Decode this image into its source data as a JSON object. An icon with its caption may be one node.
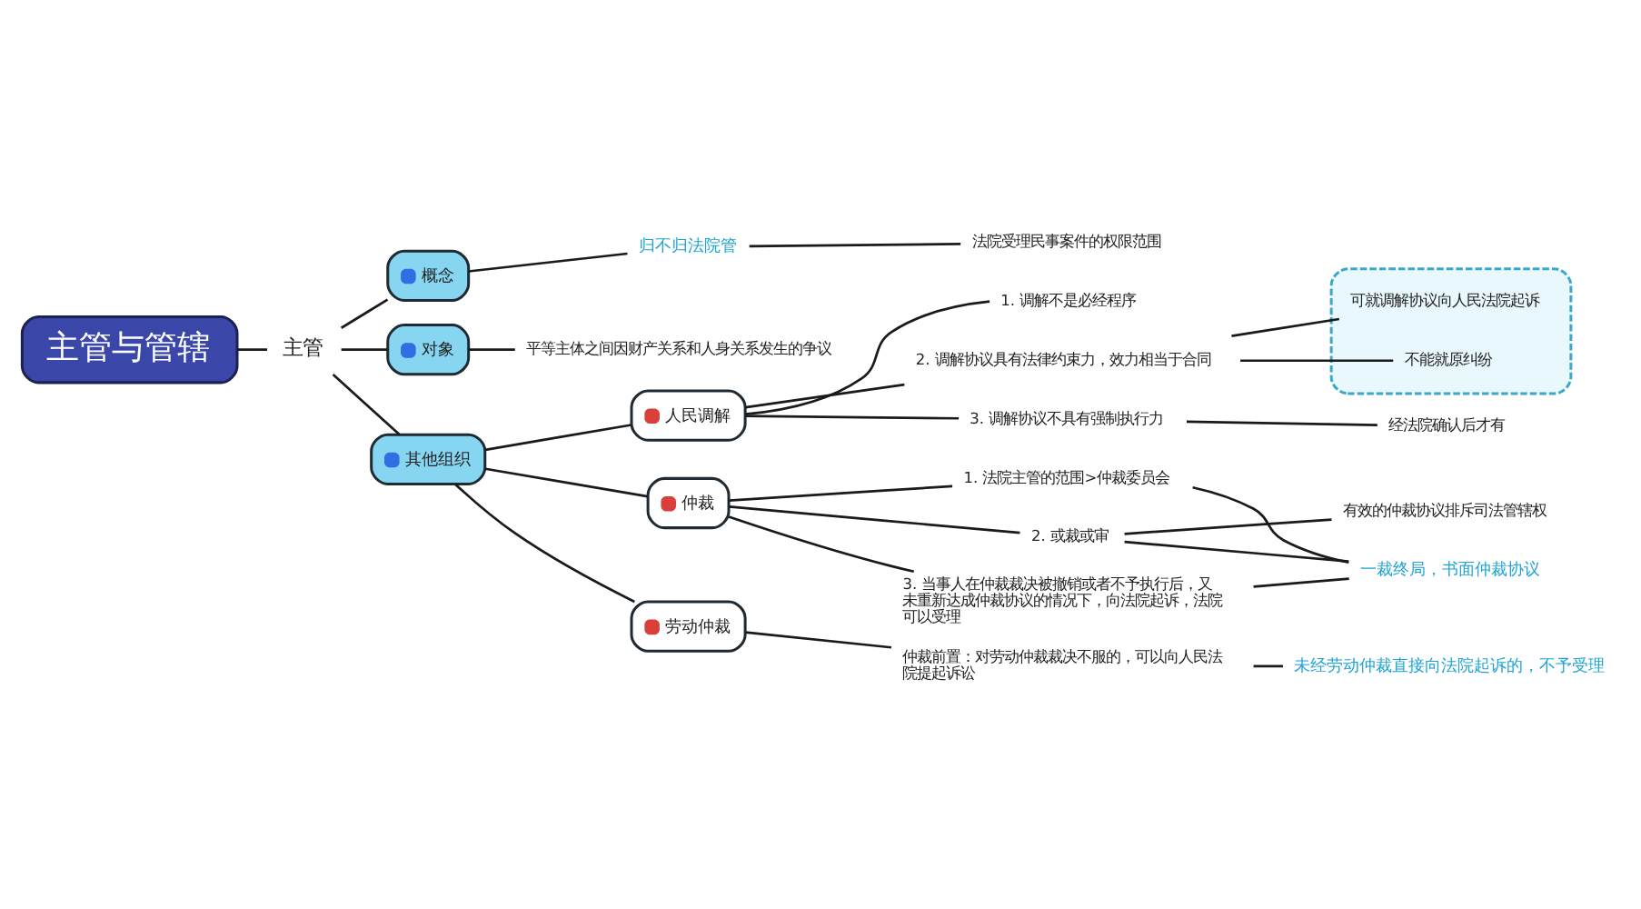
{
  "diagram": {
    "nodes": [
      {
        "text": [
          "主管与管辖"
        ]
      },
      {
        "text": [
          "主管"
        ]
      },
      {
        "text": [
          "概念"
        ]
      },
      {
        "text": [
          "归不归法院管"
        ]
      },
      {
        "text": [
          "法院受理民事案件的权限范围"
        ]
      },
      {
        "text": [
          "对象"
        ]
      },
      {
        "text": [
          "平等主体之间因财产关系和人身关系发生的争议"
        ]
      },
      {
        "text": [
          "其他组织"
        ]
      },
      {
        "text": [
          "人民调解"
        ]
      },
      {
        "text": [
          "1. 调解不是必经程序"
        ]
      },
      {
        "text": [
          "2. 调解协议具有法律约束力，效力相当于合同"
        ]
      },
      {
        "text": [],
        "shape": "box"
      },
      {
        "text": [
          "可就调解协议向人民法院起诉"
        ],
        "in": 11
      },
      {
        "text": [
          "不能就原纠纷"
        ],
        "in": 11
      },
      {
        "text": [
          "3. 调解协议不具有强制执行力"
        ]
      },
      {
        "text": [
          "经法院确认后才有"
        ]
      },
      {
        "text": [
          "仲裁"
        ]
      },
      {
        "text": [
          "1. 法院主管的范围>仲裁委员会"
        ]
      },
      {
        "text": [
          "2. 或裁或审"
        ]
      },
      {
        "text": [
          "有效的仲裁协议排斥司法管辖权"
        ]
      },
      {
        "text": [
          "3. 当事人在仲裁裁决被撤销或者不予执行后，又未重新达成仲裁协议的情况下，向法院起诉，法院可以受理"
        ]
      },
      {
        "text": [
          "一裁终局，书面仲裁协议"
        ]
      },
      {
        "text": [
          "劳动仲裁"
        ]
      },
      {
        "text": [
          "仲裁前置：对劳动仲裁裁决不服的，可以向人民法院提起诉讼"
        ]
      },
      {
        "text": [
          "未经劳动仲裁直接向法院起诉的，不予受理"
        ]
      }
    ],
    "edges": [
      {
        "from": 0,
        "to": 1,
        "arrow": "none"
      },
      {
        "from": 1,
        "to": 2,
        "arrow": "none"
      },
      {
        "from": 1,
        "to": 5,
        "arrow": "none"
      },
      {
        "from": 1,
        "to": 7,
        "arrow": "none"
      },
      {
        "from": 2,
        "to": 3,
        "arrow": "none"
      },
      {
        "from": 3,
        "to": 4,
        "arrow": "none"
      },
      {
        "from": 5,
        "to": 6,
        "arrow": "none"
      },
      {
        "from": 7,
        "to": 8,
        "arrow": "none"
      },
      {
        "from": 7,
        "to": 16,
        "arrow": "none"
      },
      {
        "from": 7,
        "to": 22,
        "arrow": "none"
      },
      {
        "from": 8,
        "to": 9,
        "arrow": "none"
      },
      {
        "from": 8,
        "to": 10,
        "arrow": "none"
      },
      {
        "from": 8,
        "to": 14,
        "arrow": "none"
      },
      {
        "from": 10,
        "to": 12,
        "arrow": "none"
      },
      {
        "from": 10,
        "to": 13,
        "arrow": "none"
      },
      {
        "from": 14,
        "to": 15,
        "arrow": "none"
      },
      {
        "from": 16,
        "to": 17,
        "arrow": "none"
      },
      {
        "from": 16,
        "to": 18,
        "arrow": "none"
      },
      {
        "from": 16,
        "to": 20,
        "arrow": "none"
      },
      {
        "from": 18,
        "to": 19,
        "arrow": "none"
      },
      {
        "from": 17,
        "to": 21,
        "arrow": "none"
      },
      {
        "from": 18,
        "to": 21,
        "arrow": "none"
      },
      {
        "from": 20,
        "to": 21,
        "arrow": "none"
      },
      {
        "from": 22,
        "to": 23,
        "arrow": "none"
      },
      {
        "from": 23,
        "to": 24,
        "arrow": "none"
      }
    ]
  }
}
